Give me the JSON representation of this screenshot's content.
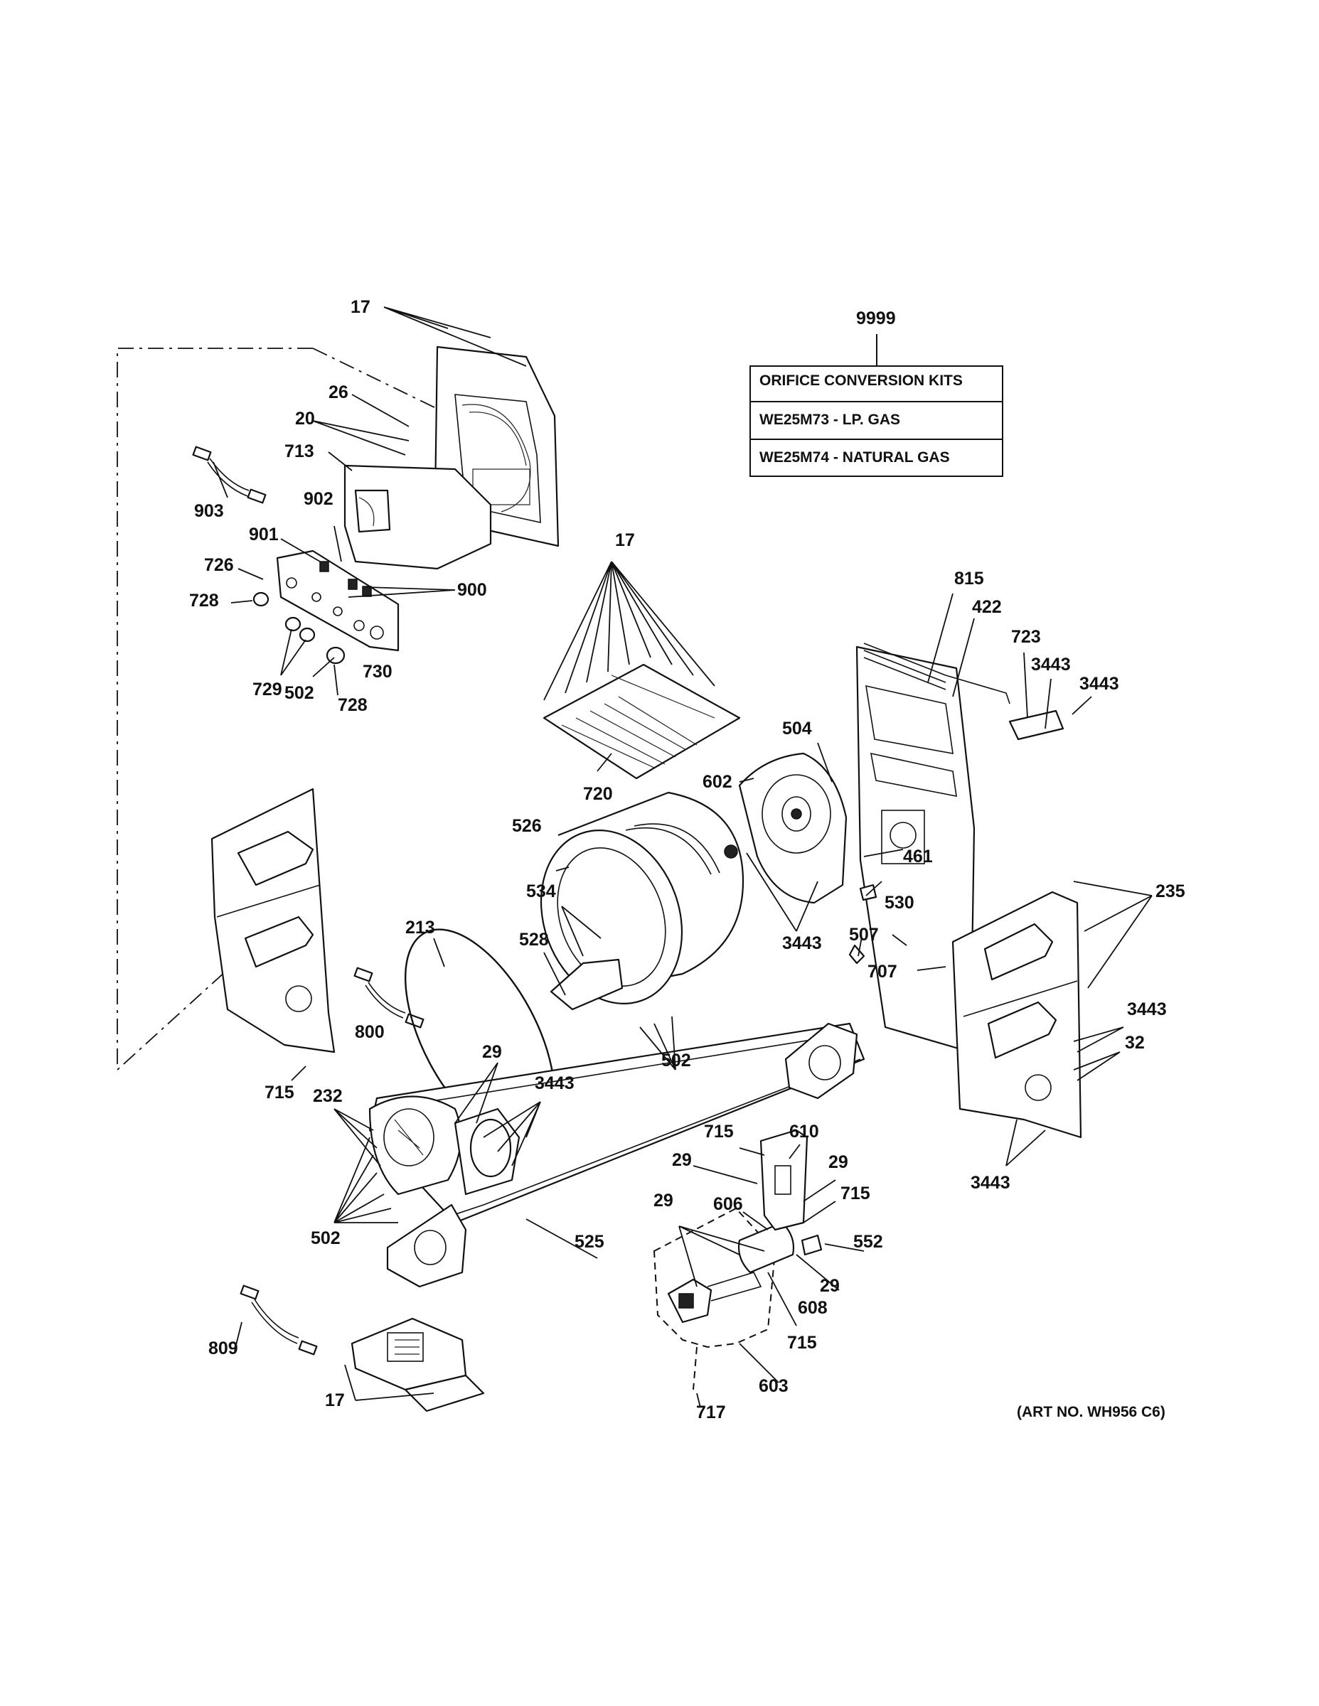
{
  "callouts": [
    "17",
    "26",
    "20",
    "713",
    "903",
    "902",
    "901",
    "726",
    "728",
    "900",
    "729",
    "502",
    "730",
    "728",
    "17",
    "9999",
    "815",
    "422",
    "723",
    "3443",
    "3443",
    "720",
    "504",
    "602",
    "526",
    "534",
    "461",
    "530",
    "213",
    "528",
    "3443",
    "507",
    "235",
    "707",
    "800",
    "502",
    "29",
    "3443",
    "715",
    "232",
    "3443",
    "32",
    "715",
    "610",
    "29",
    "29",
    "715",
    "606",
    "552",
    "502",
    "525",
    "29",
    "29",
    "608",
    "715",
    "809",
    "603",
    "17",
    "717",
    "3443"
  ],
  "kit_box": {
    "title": "ORIFICE CONVERSION KITS",
    "row1": "WE25M73 - LP. GAS",
    "row2": "WE25M74 - NATURAL GAS"
  },
  "art_no": "(ART NO. WH956 C6)"
}
